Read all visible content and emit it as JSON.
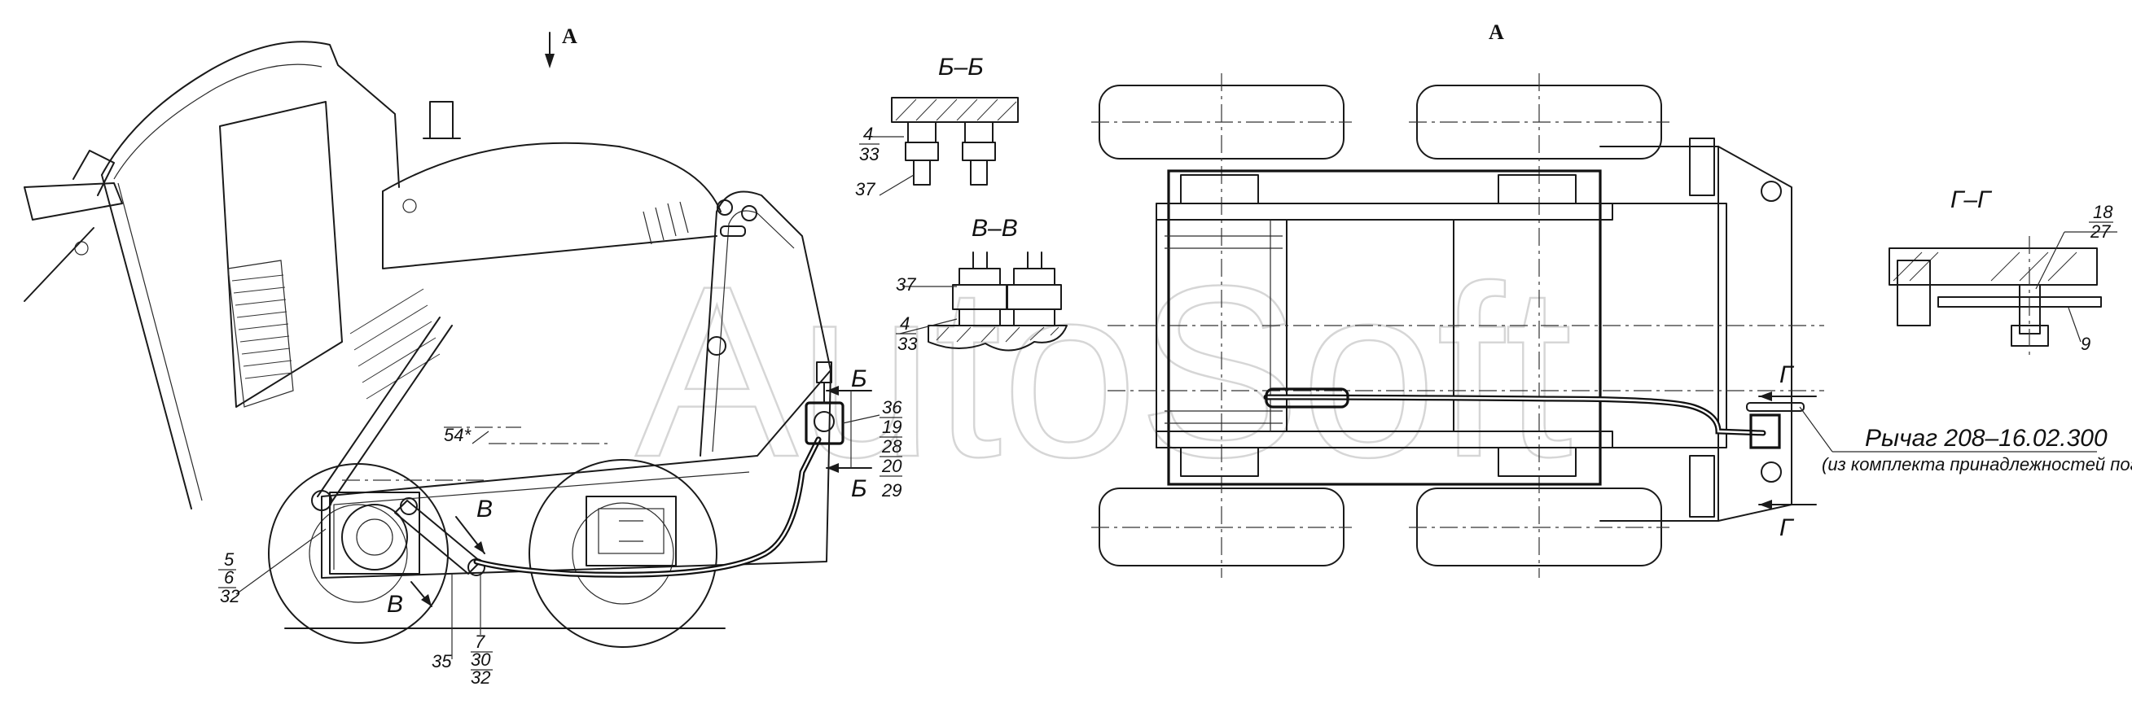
{
  "watermark": "AutoSoft",
  "view_labels": {
    "view_a_left": "А",
    "view_a_top": "А"
  },
  "sections": {
    "bb_title": "Б–Б",
    "vv_title": "В–В",
    "gg_title": "Г–Г",
    "b_mark_top": "Б",
    "b_mark_bottom": "Б",
    "v_mark_upper": "В",
    "v_mark_lower": "В",
    "g_mark_top": "Г",
    "g_mark_bottom": "Г"
  },
  "callouts": {
    "left_5_6_32": [
      "5",
      "6",
      "32"
    ],
    "left_54": "54*",
    "left_35": "35",
    "left_7_30_32": [
      "7",
      "30",
      "32"
    ],
    "left_stack": [
      "36",
      "19",
      "28",
      "20",
      "29"
    ],
    "bb_4_33": [
      "4",
      "33"
    ],
    "bb_37": "37",
    "vv_37": "37",
    "vv_4_33": [
      "4",
      "33"
    ],
    "gg_18_27": [
      "18",
      "27"
    ],
    "gg_9": "9"
  },
  "lever_note": {
    "title": "Рычаг 208–16.02.300",
    "subtitle": "(из комплекта принадлежностей погрузчика)"
  }
}
